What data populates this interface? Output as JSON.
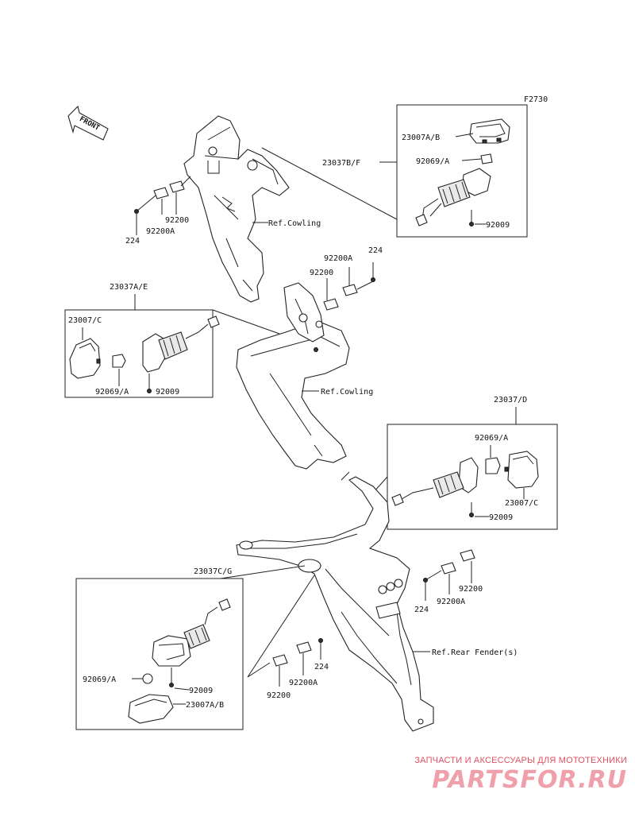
{
  "diagram": {
    "figure_code": "F2730",
    "front_label": "FRONT",
    "labels": {
      "front_group": "23037B/F",
      "front_lens": "23007A/B",
      "front_bulb": "92069/A",
      "front_screw": "92009",
      "left_grommet_a": "92200",
      "left_grommet_b": "92200A",
      "left_bolt": "224",
      "ref_cowling_1": "Ref.Cowling",
      "mid_grommet_a": "92200A",
      "mid_grommet_b": "92200",
      "mid_bolt": "224",
      "left_group": "23037A/E",
      "left_lens": "23007/C",
      "left_bulb": "92069/A",
      "left_screw": "92009",
      "ref_cowling_2": "Ref.Cowling",
      "right_group": "23037/D",
      "right_bulb": "92069/A",
      "right_lens": "23007/C",
      "right_screw": "92009",
      "rear_grommet_a": "92200",
      "rear_grommet_b": "92200A",
      "rear_bolt": "224",
      "ref_rear_fender": "Ref.Rear Fender(s)",
      "rear_left_group": "23037C/G",
      "rl_bolt": "224",
      "rl_grommet_b": "92200A",
      "rl_grommet_a": "92200",
      "rl_bulb": "92069/A",
      "rl_screw": "92009",
      "rl_lens": "23007A/B"
    }
  },
  "watermark": {
    "tagline": "ЗАПЧАСТИ И АКСЕССУАРЫ ДЛЯ МОТОТЕХНИКИ",
    "logo": "PARTSFOR.RU"
  }
}
